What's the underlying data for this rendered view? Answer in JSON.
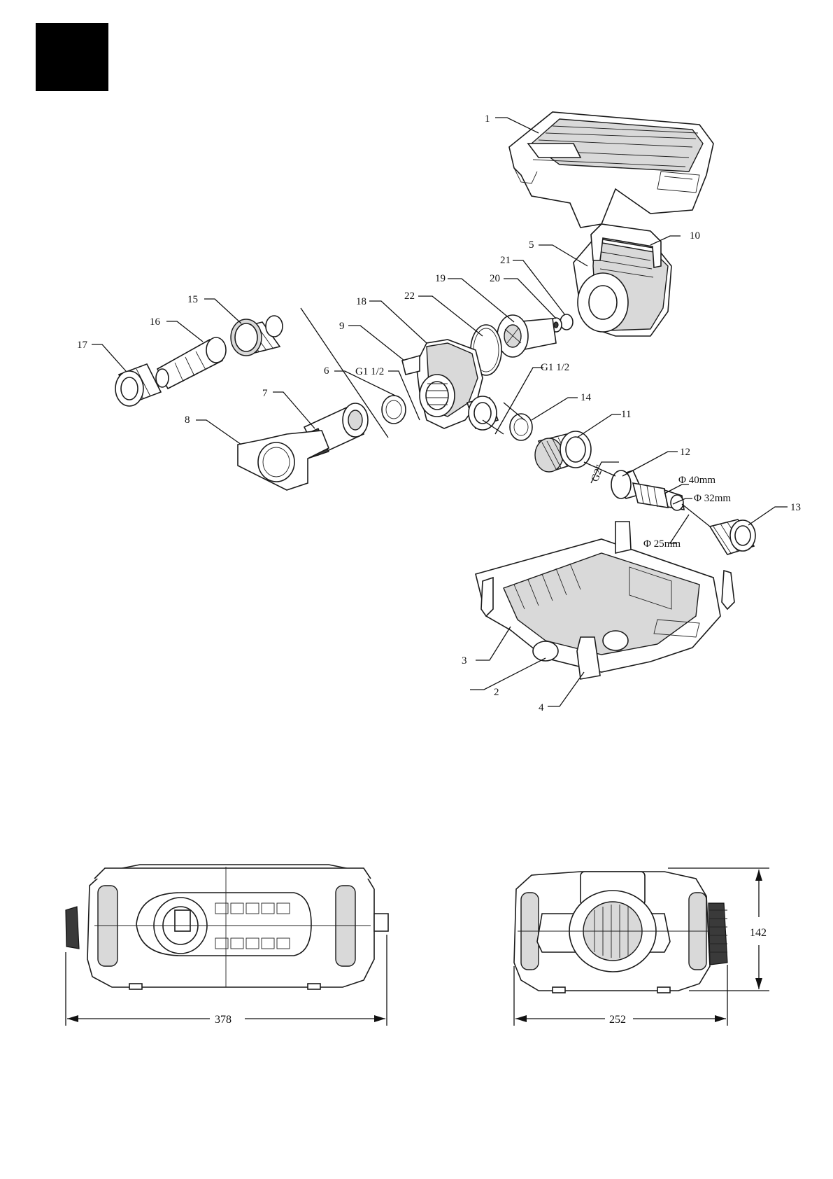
{
  "callouts": {
    "p1": "1",
    "p2": "2",
    "p3": "3",
    "p4": "4",
    "p5": "5",
    "p6": "6",
    "p7": "7",
    "p8": "8",
    "p9": "9",
    "p10": "10",
    "p11": "11",
    "p12": "12",
    "p13": "13",
    "p14": "14",
    "p15": "15",
    "p16": "16",
    "p17": "17",
    "p18": "18",
    "p19": "19",
    "p20": "20",
    "p21": "21",
    "p22": "22"
  },
  "thread_labels": {
    "g_left": "G1 1/2",
    "g_right": "G1 1/2",
    "g2": "G2\"",
    "d40": "Φ 40mm",
    "d32": "Φ 32mm",
    "d25": "Φ 25mm"
  },
  "dimensions": {
    "side_width": "378",
    "front_width": "252",
    "front_height": "142"
  }
}
